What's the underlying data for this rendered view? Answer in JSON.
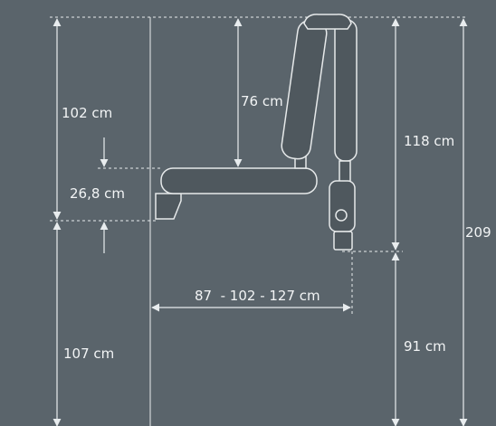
{
  "colors": {
    "background": "#5a646b",
    "line": "#e8ecee",
    "device_outline": "#e6e9ea",
    "device_fill": "#4f585e"
  },
  "dimensions": {
    "top_to_arm": "102 cm",
    "arm_thickness": "26,8 cm",
    "wall_mount_height": "107 cm",
    "upper_arm_drop": "76 cm",
    "head_drop": "118 cm",
    "floor_to_head": "91 cm",
    "total_height": "209",
    "horizontal_reach": "87  - 102 - 127 cm"
  }
}
